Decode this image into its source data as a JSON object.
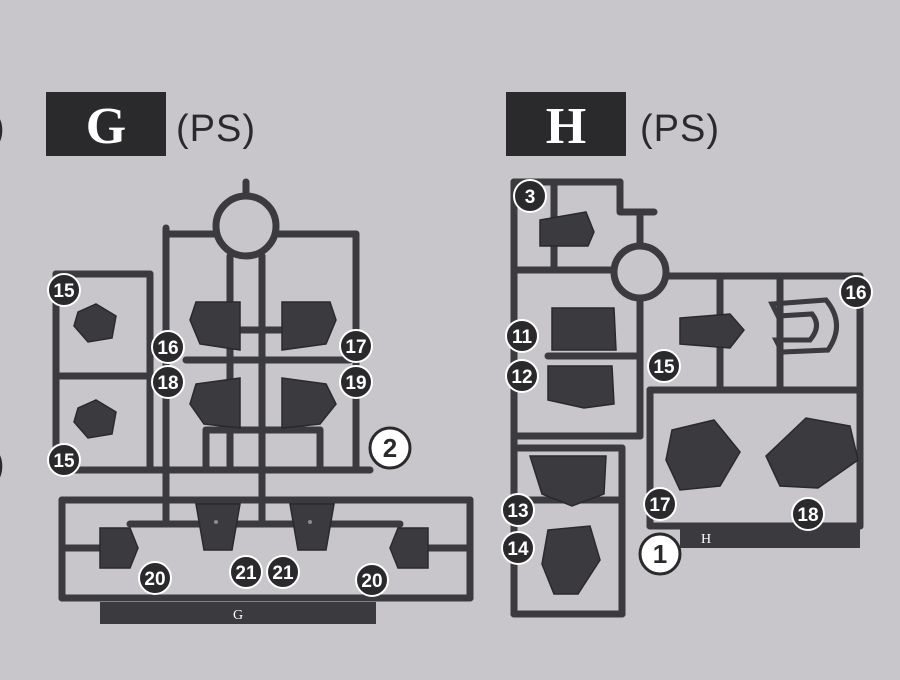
{
  "colors": {
    "background": "#c9c6cb",
    "runner": "#3b3a3e",
    "label_box": "#2a2a2c",
    "text_light": "#ffffff"
  },
  "runners": [
    {
      "id": "G",
      "letter": "G",
      "material": "(PS)",
      "tag": "G",
      "part_numbers": [
        "15",
        "16",
        "18",
        "17",
        "19",
        "15",
        "20",
        "21",
        "21",
        "20"
      ],
      "step_marker": "2"
    },
    {
      "id": "H",
      "letter": "H",
      "material": "(PS)",
      "tag": "H",
      "part_numbers": [
        "3",
        "11",
        "12",
        "15",
        "16",
        "13",
        "14",
        "17",
        "18"
      ],
      "step_marker": "1"
    }
  ],
  "left_edge_glyph": ")"
}
